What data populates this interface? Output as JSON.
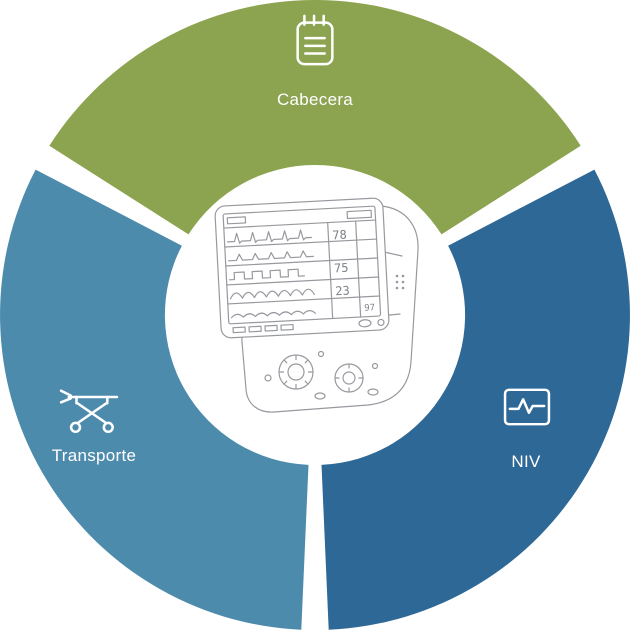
{
  "diagram": {
    "type": "donut-infographic",
    "background_color": "#FFFFFF",
    "label_text_color": "#FFFFFF",
    "line_art_color": "#97999E",
    "segments": [
      {
        "label": "Cabecera",
        "color": "#8CA450",
        "icon": "notepad-icon",
        "position": "top"
      },
      {
        "label": "Transporte",
        "color": "#4D8BAD",
        "icon": "stretcher-icon",
        "position": "left"
      },
      {
        "label": "NIV",
        "color": "#2D6896",
        "icon": "monitor-waveform-icon",
        "position": "right"
      }
    ],
    "center": {
      "image": "ventilator-device-line-drawing",
      "readings": [
        "78",
        "75",
        "23",
        "97"
      ]
    }
  }
}
